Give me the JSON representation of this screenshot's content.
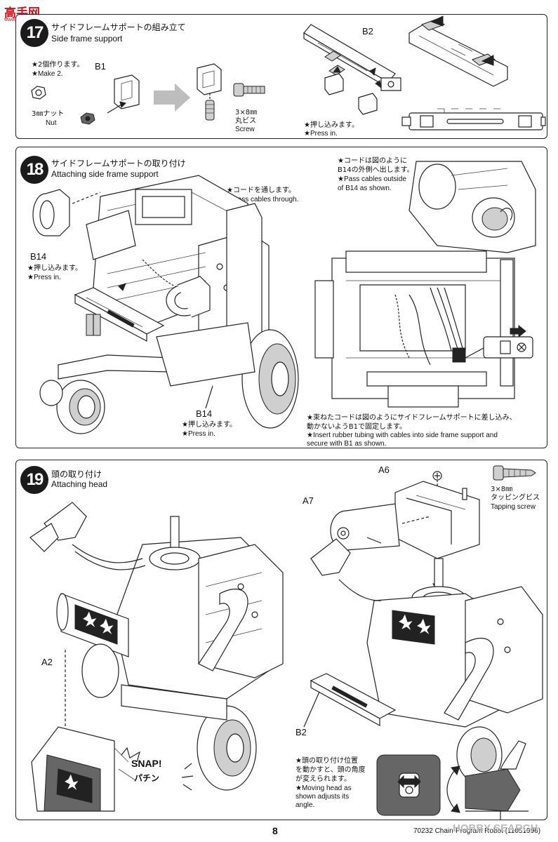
{
  "watermark": {
    "logo": "高手网",
    "url": "www.gaoshou.net",
    "right": "HOBBY SEARCH"
  },
  "step17": {
    "number": "17",
    "title_jp": "サイドフレームサポートの組み立て",
    "title_en": "Side frame support",
    "note_make_jp": "★2個作ります。",
    "note_make_en": "★Make 2.",
    "part_b1": "B1",
    "nut_jp": "3㎜ナット",
    "nut_en": "Nut",
    "screw_size": "3×8㎜",
    "screw_jp": "丸ビス",
    "screw_en": "Screw",
    "part_b2": "B2",
    "press_jp": "★押し込みます。",
    "press_en": "★Press in."
  },
  "step18": {
    "number": "18",
    "title_jp": "サイドフレームサポートの取り付け",
    "title_en": "Attaching side frame support",
    "cables_jp": "★コードを通します。",
    "cables_en": "★Pass cables through.",
    "part_b14_left": "B14",
    "press_left_jp": "★押し込みます。",
    "press_left_en": "★Press in.",
    "part_b14_bottom": "B14",
    "press_bottom_jp": "★押し込みます。",
    "press_bottom_en": "★Press in.",
    "outside_jp_1": "★コードは図のように",
    "outside_jp_2": "B14の外側へ出します。",
    "outside_en_1": "★Pass cables outside",
    "outside_en_2": "of B14 as shown.",
    "part_b1": "B1",
    "tube_jp_1": "★束ねたコードは図のようにサイドフレームサポートに差し込み、",
    "tube_jp_2": "動かないようB1で固定します。",
    "tube_en_1": "★Insert rubber tubing with cables into side frame support and",
    "tube_en_2": "secure with B1 as shown."
  },
  "step19": {
    "number": "19",
    "title_jp": "頭の取り付け",
    "title_en": "Attaching head",
    "part_a6": "A6",
    "part_a7": "A7",
    "part_a2": "A2",
    "part_b2": "B2",
    "screw_size": "3×8㎜",
    "screw_jp": "タッピングビス",
    "screw_en": "Tapping screw",
    "snap_en": "SNAP!",
    "snap_jp": "パチン",
    "head_jp_1": "★頭の取り付け位置",
    "head_jp_2": "を動かすと、頭の角度",
    "head_jp_3": "が変えられます。",
    "head_en_1": "★Moving head as",
    "head_en_2": "shown adjusts its",
    "head_en_3": "angle."
  },
  "footer": {
    "page": "8",
    "model": "70232  Chain-Program Robot (11051996)"
  }
}
